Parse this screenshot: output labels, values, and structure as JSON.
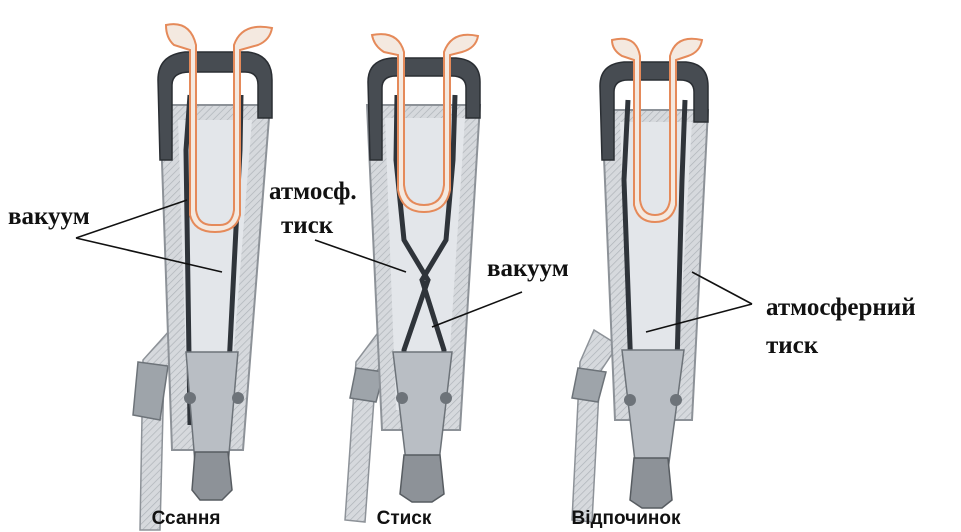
{
  "labels": {
    "vacuum_left": "вакуум",
    "atm_short_line1": "атмосф.",
    "atm_short_line2": "тиск",
    "vacuum_mid": "вакуум",
    "atm_full_line1": "атмосферний",
    "atm_full_line2": "тиск"
  },
  "captions": [
    "Ссання",
    "Стиск",
    "Відпочинок"
  ],
  "colors": {
    "shell": "#d3d6da",
    "shell_edge": "#8d9298",
    "hatch": "#b0b5bb",
    "liner": "#2f343a",
    "teat": "#f4e9e0",
    "teat_edge": "#e58a5a",
    "chamber": "#e3e6ea",
    "nozzle": "#a7adb3",
    "leader_line": "#111111"
  }
}
